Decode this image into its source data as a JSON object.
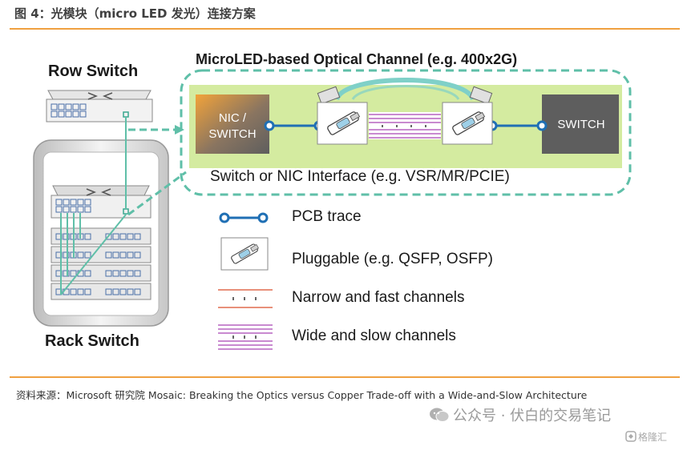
{
  "figure_title": "图 4：光模块（micro LED 发光）连接方案",
  "row_switch_label": "Row Switch",
  "rack_switch_label": "Rack Switch",
  "channel_title": "MicroLED-based Optical Channel (e.g. 400x2G)",
  "nic_label_line1": "NIC /",
  "nic_label_line2": "SWITCH",
  "switch_label": "SWITCH",
  "interface_label": "Switch or NIC Interface (e.g. VSR/MR/PCIE)",
  "legend": [
    {
      "icon": "pcb-trace-icon",
      "label": "PCB trace"
    },
    {
      "icon": "pluggable-icon",
      "label": "Pluggable (e.g. QSFP, OSFP)"
    },
    {
      "icon": "narrow-channel-icon",
      "label": "Narrow and fast channels"
    },
    {
      "icon": "wide-channel-icon",
      "label": "Wide and slow channels"
    }
  ],
  "source_text": "资料来源：Microsoft  研究院 Mosaic: Breaking the Optics versus Copper Trade-off with a Wide-and-Slow Architecture",
  "watermark_text": "公众号 · 伏白的交易笔记",
  "brand_text": "格隆汇",
  "colors": {
    "accent_orange": "#f0a040",
    "channel_green": "#d4eba0",
    "dashed_teal": "#5fbfa8",
    "pcb_blue": "#1f6fb4",
    "cable_teal": "#7fd0c8",
    "wide_purple": "#c98ad0",
    "narrow_orange": "#e8907a",
    "switch_gray": "#5e5e5e"
  }
}
